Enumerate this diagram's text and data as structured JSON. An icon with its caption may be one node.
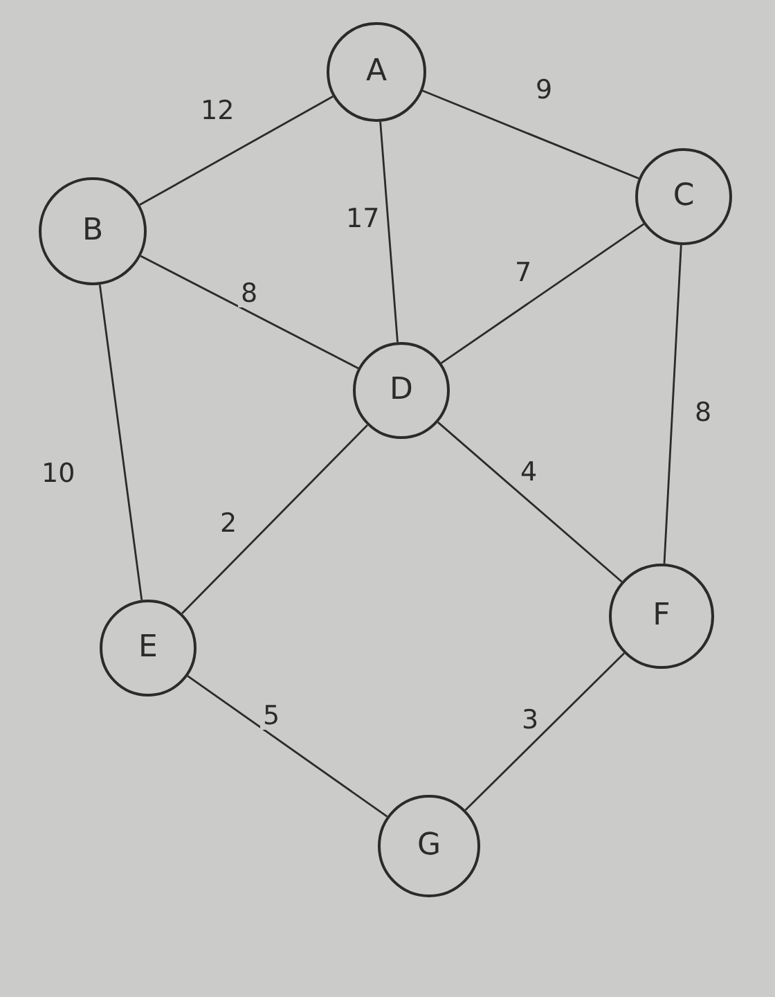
{
  "diagram": {
    "nodes": [
      {
        "text": [
          "A"
        ]
      },
      {
        "text": [
          "B"
        ]
      },
      {
        "text": [
          "C"
        ]
      },
      {
        "text": [
          "D"
        ]
      },
      {
        "text": [
          "E"
        ]
      },
      {
        "text": [
          "F"
        ]
      },
      {
        "text": [
          "G"
        ]
      }
    ],
    "edges": [
      {
        "from": 0,
        "to": 1,
        "arrow": "none",
        "label": "12"
      },
      {
        "from": 0,
        "to": 2,
        "arrow": "none",
        "label": "9"
      },
      {
        "from": 0,
        "to": 3,
        "arrow": "none",
        "label": "17"
      },
      {
        "from": 1,
        "to": 3,
        "arrow": "none",
        "label": "8"
      },
      {
        "from": 2,
        "to": 3,
        "arrow": "none",
        "label": "7"
      },
      {
        "from": 1,
        "to": 4,
        "arrow": "none",
        "label": "10"
      },
      {
        "from": 2,
        "to": 5,
        "arrow": "none",
        "label": "8"
      },
      {
        "from": 4,
        "to": 3,
        "arrow": "none",
        "label": "2"
      },
      {
        "from": 5,
        "to": 3,
        "arrow": "none",
        "label": "4"
      },
      {
        "from": 6,
        "to": 4,
        "arrow": "none",
        "label": "5"
      },
      {
        "from": 5,
        "to": 6,
        "arrow": "none",
        "label": "3"
      }
    ]
  }
}
